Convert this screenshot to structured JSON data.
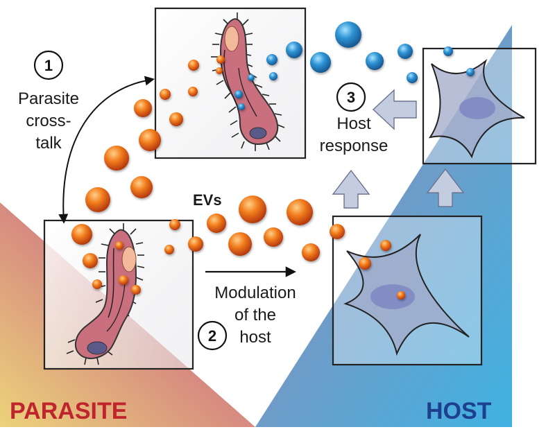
{
  "labels": {
    "parasite": "PARASITE",
    "host": "HOST",
    "evs": "EVs",
    "step1_number": "1",
    "step1_line1": "Parasite",
    "step1_line2": "cross-",
    "step1_line3": "talk",
    "step2_number": "2",
    "step2_line1": "Modulation",
    "step2_line2": "of the",
    "step2_line3": "host",
    "step3_number": "3",
    "step3_line1": "Host",
    "step3_line2": "response"
  },
  "colors": {
    "parasite_text": "#c0252d",
    "host_text": "#1d3f8f",
    "ev_orange": "#f07a1a",
    "ev_blue": "#2b8fd0",
    "parasite_body": "#c96f7e",
    "host_cell": "#9fa8c8",
    "arrow_fill": "#c4cde0"
  },
  "icons": {
    "parasite": "trypanosome-parasite-icon",
    "host_cell": "host-cell-icon",
    "ev_orange": "orange-vesicle-icon",
    "ev_blue": "blue-vesicle-icon"
  }
}
